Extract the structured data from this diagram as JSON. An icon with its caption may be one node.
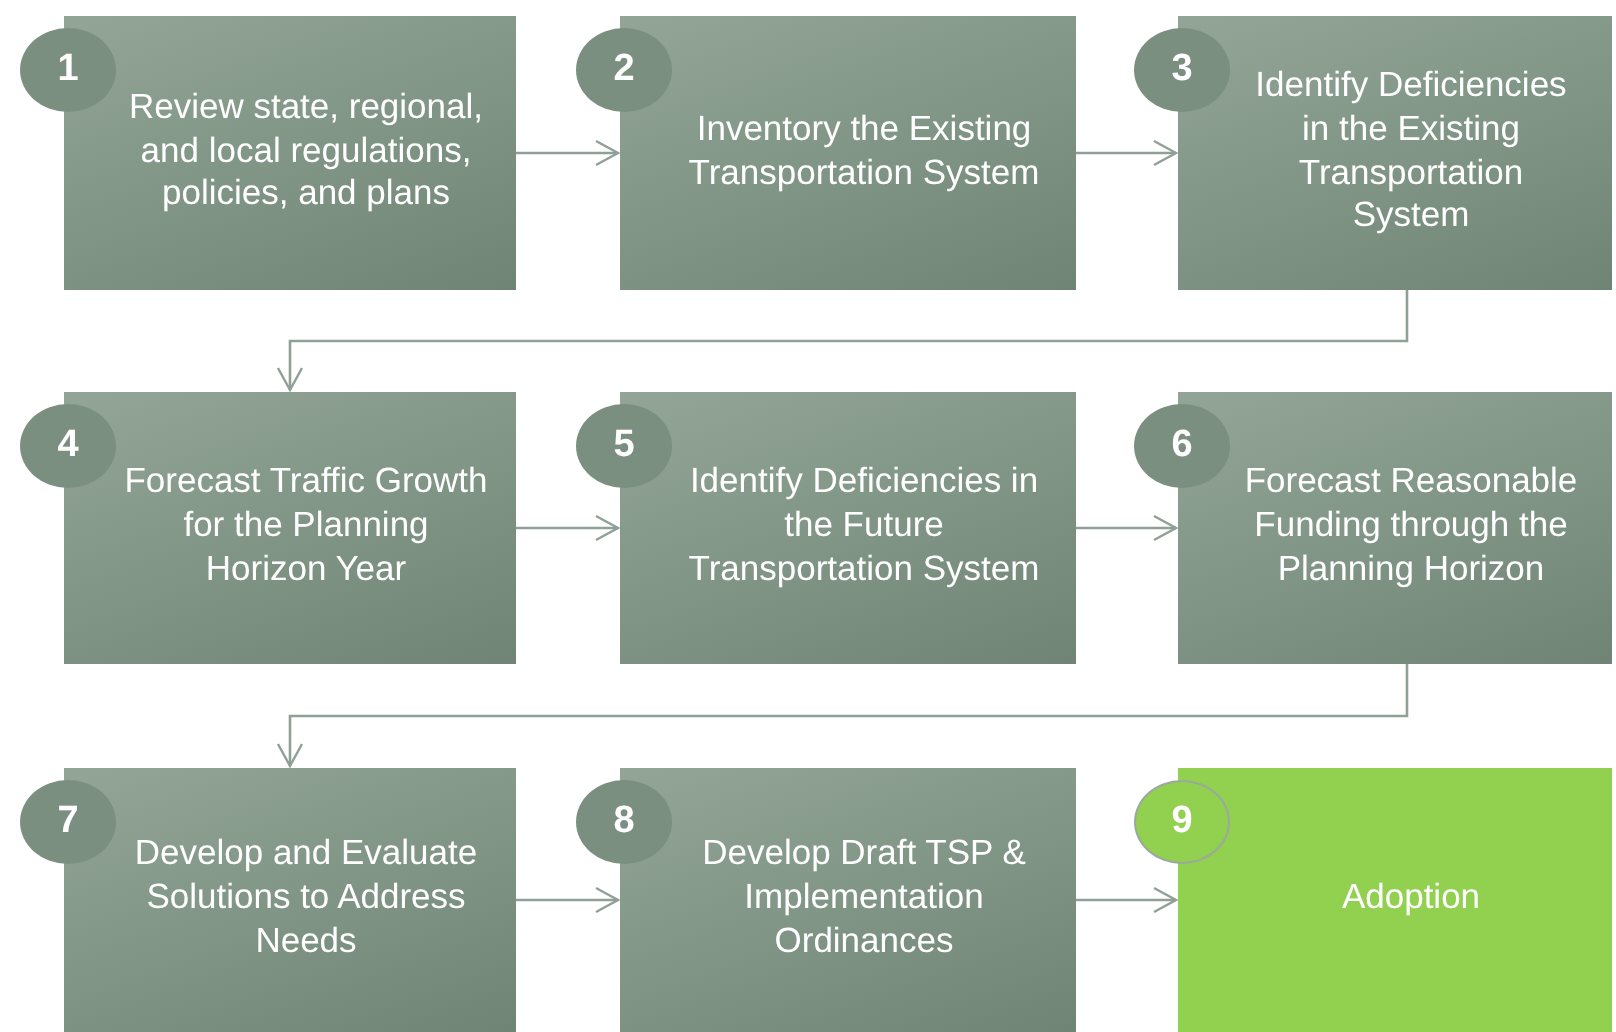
{
  "diagram": {
    "nodes": [
      {
        "text": [
          "1",
          "Review state, regional, and local regulations, policies, and plans"
        ]
      },
      {
        "text": [
          "2",
          "Inventory the Existing Transportation System"
        ]
      },
      {
        "text": [
          "3",
          "Identify Deficiencies in the Existing Transportation System"
        ]
      },
      {
        "text": [
          "4",
          "Forecast Traffic Growth for the Planning Horizon Year"
        ]
      },
      {
        "text": [
          "5",
          "Identify Deficiencies in the Future Transportation System"
        ]
      },
      {
        "text": [
          "6",
          "Forecast Reasonable Funding through the Planning Horizon"
        ]
      },
      {
        "text": [
          "7",
          "Develop and Evaluate Solutions to Address Needs"
        ]
      },
      {
        "text": [
          "8",
          "Develop Draft TSP & Implementation Ordinances"
        ]
      },
      {
        "text": [
          "9",
          "Adoption"
        ]
      }
    ],
    "edges": [
      {
        "from": 0,
        "to": 1,
        "arrow": "to"
      },
      {
        "from": 1,
        "to": 2,
        "arrow": "to"
      },
      {
        "from": 2,
        "to": 3,
        "arrow": "to"
      },
      {
        "from": 3,
        "to": 4,
        "arrow": "to"
      },
      {
        "from": 4,
        "to": 5,
        "arrow": "to"
      },
      {
        "from": 5,
        "to": 6,
        "arrow": "to"
      },
      {
        "from": 6,
        "to": 7,
        "arrow": "to"
      },
      {
        "from": 7,
        "to": 8,
        "arrow": "to"
      }
    ]
  }
}
